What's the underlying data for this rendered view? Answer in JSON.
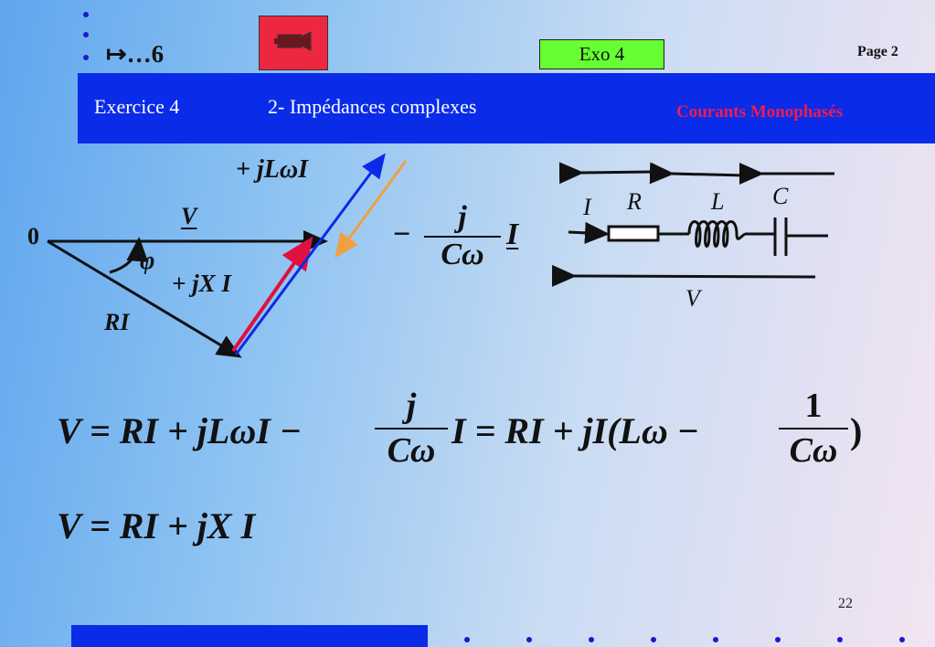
{
  "nav": {
    "arrow_label": "↦…6",
    "video_icon": "video-camera-icon",
    "exo_button": "Exo 4",
    "page_label": "Page 2"
  },
  "banner": {
    "exercise": "Exercice 4",
    "subtitle": "2- Impédances complexes",
    "course": "Courants Monophasés"
  },
  "diagram": {
    "origin": "0",
    "v_label": "V",
    "phi_label": "φ",
    "ri_label": "RI",
    "jxi_label": "+ jX I",
    "jlwi_label": "+ jLωI",
    "cap_minus": "−",
    "cap_num": "j",
    "cap_den": "Cω",
    "cap_I": "I"
  },
  "circuit": {
    "i_label": "I",
    "r_label": "R",
    "l_label": "L",
    "c_label": "C",
    "v_label": "V"
  },
  "equations": {
    "eq1_part1": "V = RI + jLωI −",
    "eq1_frac1_num": "j",
    "eq1_frac1_den": "Cω",
    "eq1_part2": "I = RI + jI(Lω −",
    "eq1_frac2_num": "1",
    "eq1_frac2_den": "Cω",
    "eq1_close": ")",
    "eq2": "V = RI + jX I"
  },
  "page_number": "22",
  "colors": {
    "banner": "#0a2be8",
    "video_button": "#ee2740",
    "exo_button": "#66ff33",
    "course_title": "#ee1c52",
    "vector_red": "#e01040",
    "vector_blue": "#0a2be8",
    "vector_orange": "#f0a040"
  }
}
